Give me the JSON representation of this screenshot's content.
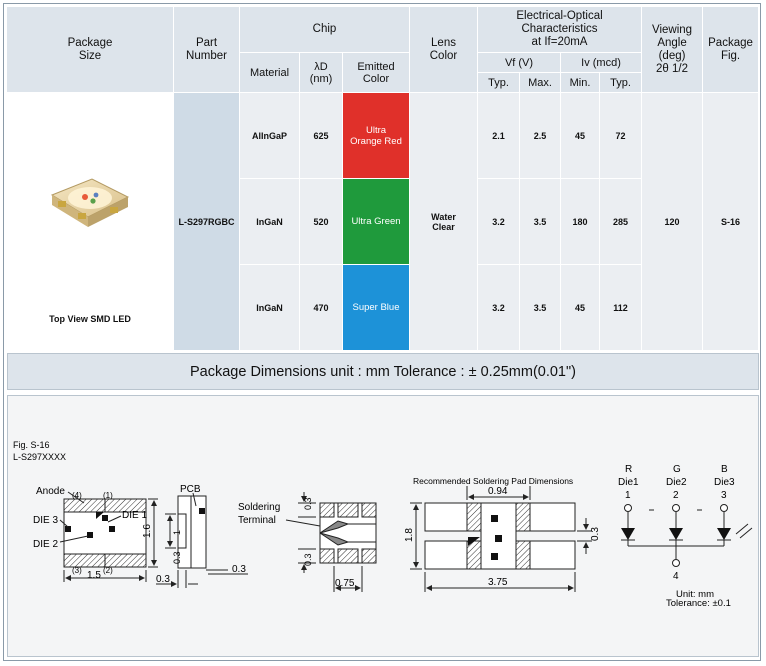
{
  "table": {
    "headers": {
      "package_size": [
        "Package",
        "Size"
      ],
      "part_number": [
        "Part",
        "Number"
      ],
      "chip": "Chip",
      "material": "Material",
      "wavelength": [
        "λD",
        "(nm)"
      ],
      "emitted_color": [
        "Emitted",
        "Color"
      ],
      "lens_color": [
        "Lens",
        "Color"
      ],
      "electrical": [
        "Electrical-Optical",
        "Characteristics",
        "at  If=20mA"
      ],
      "vf": "Vf (V)",
      "iv": "Iv (mcd)",
      "typ": "Typ.",
      "max": "Max.",
      "min": "Min.",
      "viewing_angle": [
        "Viewing",
        "Angle",
        "(deg)",
        "2θ 1/2"
      ],
      "package_fig": [
        "Package",
        "Fig."
      ]
    },
    "package_label": "Top View SMD LED",
    "part_number": "L-S297RGBC",
    "lens_color": [
      "Water",
      "Clear"
    ],
    "viewing_angle": "120",
    "package_fig": "S-16",
    "rows": [
      {
        "material": "AlInGaP",
        "wavelength": "625",
        "color_lines": [
          "Ultra",
          "Orange Red"
        ],
        "vf_typ": "2.1",
        "vf_max": "2.5",
        "iv_min": "45",
        "iv_typ": "72",
        "swatch": "#e0302a"
      },
      {
        "material": "InGaN",
        "wavelength": "520",
        "color_lines": [
          "Ultra Green"
        ],
        "vf_typ": "3.2",
        "vf_max": "3.5",
        "iv_min": "180",
        "iv_typ": "285",
        "swatch": "#1f9a3c"
      },
      {
        "material": "InGaN",
        "wavelength": "470",
        "color_lines": [
          "Super Blue"
        ],
        "vf_typ": "3.2",
        "vf_max": "3.5",
        "iv_min": "45",
        "iv_typ": "112",
        "swatch": "#1d92d8"
      }
    ]
  },
  "dimensions_bar": "Package Dimensions   unit : mm  Tolerance : ± 0.25mm(0.01\")",
  "drawing": {
    "fig_label": "Fig. S-16",
    "part_label": "L-S297XXXX",
    "anode": "Anode",
    "die1": "DIE 1",
    "die2": "DIE 2",
    "die3": "DIE 3",
    "pin1": "(1)",
    "pin2": "(2)",
    "pin3": "(3)",
    "pin4": "(4)",
    "dim_1_5": "1.5",
    "dim_1_6": "1.6",
    "dim_0_3_a": "0.3",
    "pcb": "PCB",
    "dim_1": "1",
    "dim_0_3_b": "0.3",
    "dim_0_3_c": "0.3",
    "soldering": "Soldering",
    "terminal": "Terminal",
    "dim_0_3_d": "0.3",
    "dim_0_3_e": "0.3",
    "dim_0_75": "0.75",
    "pad_title": "Recommended Soldering Pad Dimensions",
    "dim_0_94": "0.94",
    "dim_1_8": "1.8",
    "dim_0_3_f": "0.3",
    "dim_3_75": "3.75",
    "r": "R",
    "g": "G",
    "b": "B",
    "die1_lbl": "Die1",
    "die2_lbl": "Die2",
    "die3_lbl": "Die3",
    "n1": "1",
    "n2": "2",
    "n3": "3",
    "n4": "4",
    "unit": "Unit: mm",
    "tolerance": "Tolerance: ±0.1"
  }
}
